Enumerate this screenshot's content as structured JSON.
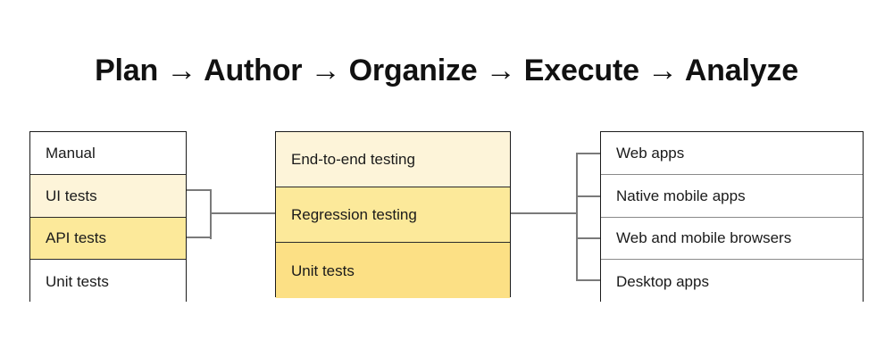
{
  "title": "Plan → Author → Organize → Execute → Analyze",
  "palette": {
    "background": "#ffffff",
    "text": "#1a1a1a",
    "box_border": "#1b1b1b",
    "divider_dark": "#2a2a2a",
    "divider_light": "#8a8a8a",
    "connector": "#7a7a7a",
    "white_cell": "#ffffff",
    "yellow_light": "#fdf4d9",
    "yellow_medium": "#fce99a",
    "yellow_strong": "#fce085"
  },
  "columns": {
    "left": {
      "name": "test-types",
      "cells": [
        {
          "label": "Manual",
          "fill": "#ffffff"
        },
        {
          "label": "UI tests",
          "fill": "#fdf4d9"
        },
        {
          "label": "API tests",
          "fill": "#fce99a"
        },
        {
          "label": "Unit tests",
          "fill": "#ffffff"
        }
      ]
    },
    "middle": {
      "name": "test-levels",
      "cells": [
        {
          "label": "End-to-end testing",
          "fill": "#fdf4d9"
        },
        {
          "label": "Regression testing",
          "fill": "#fce99a"
        },
        {
          "label": "Unit tests",
          "fill": "#fce085"
        }
      ]
    },
    "right": {
      "name": "application-targets",
      "cells": [
        {
          "label": "Web apps",
          "fill": "#ffffff"
        },
        {
          "label": "Native mobile apps",
          "fill": "#ffffff"
        },
        {
          "label": "Web and mobile browsers",
          "fill": "#ffffff"
        },
        {
          "label": "Desktop apps",
          "fill": "#ffffff"
        }
      ]
    }
  },
  "connectors": {
    "left_bracket": {
      "name": "left-to-middle-connector",
      "sources": [
        "UI tests",
        "API tests"
      ],
      "target": "Regression testing"
    },
    "right_bracket": {
      "name": "middle-to-right-connector",
      "source": "Regression testing",
      "targets": [
        "Web apps",
        "Native mobile apps",
        "Web and mobile browsers",
        "Desktop apps"
      ]
    }
  }
}
